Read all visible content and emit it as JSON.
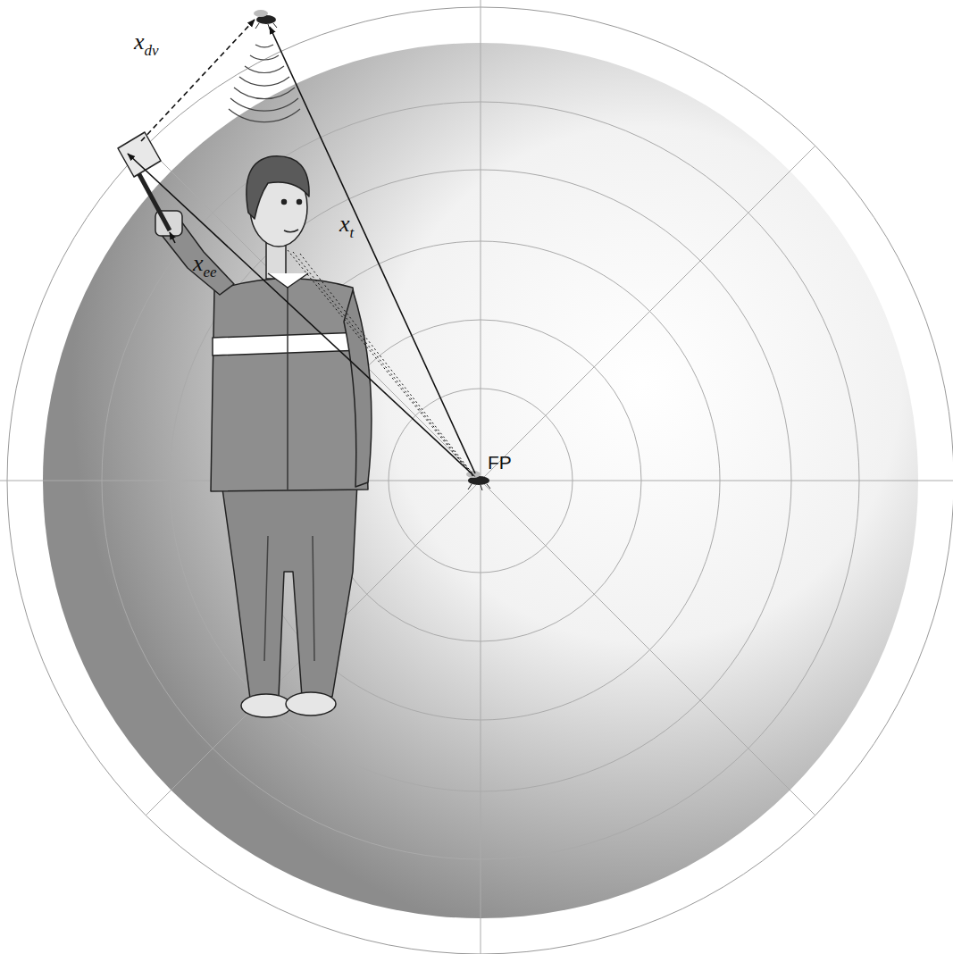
{
  "diagram": {
    "labels": [
      "xdv",
      "xt",
      "xee",
      "FP"
    ]
  }
}
